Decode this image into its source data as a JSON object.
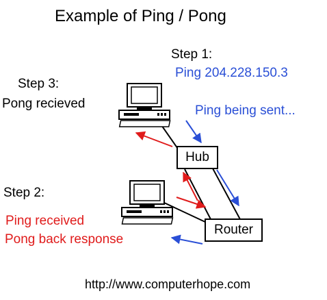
{
  "title": "Example of Ping / Pong",
  "step1": {
    "label": "Step 1:",
    "command": "Ping 204.228.150.3",
    "status": "Ping  being sent..."
  },
  "step2": {
    "label": "Step 2:",
    "line1": "Ping received",
    "line2": "Pong back response"
  },
  "step3": {
    "label": "Step 3:",
    "description": "Pong recieved"
  },
  "nodes": {
    "hub": "Hub",
    "router": "Router"
  },
  "footer": "http://www.computerhope.com",
  "colors": {
    "ping_arrow": "#2a4fd6",
    "pong_arrow": "#e01b1b",
    "text": "#000000"
  },
  "icons": [
    "desktop-computer-icon",
    "desktop-computer-icon"
  ]
}
